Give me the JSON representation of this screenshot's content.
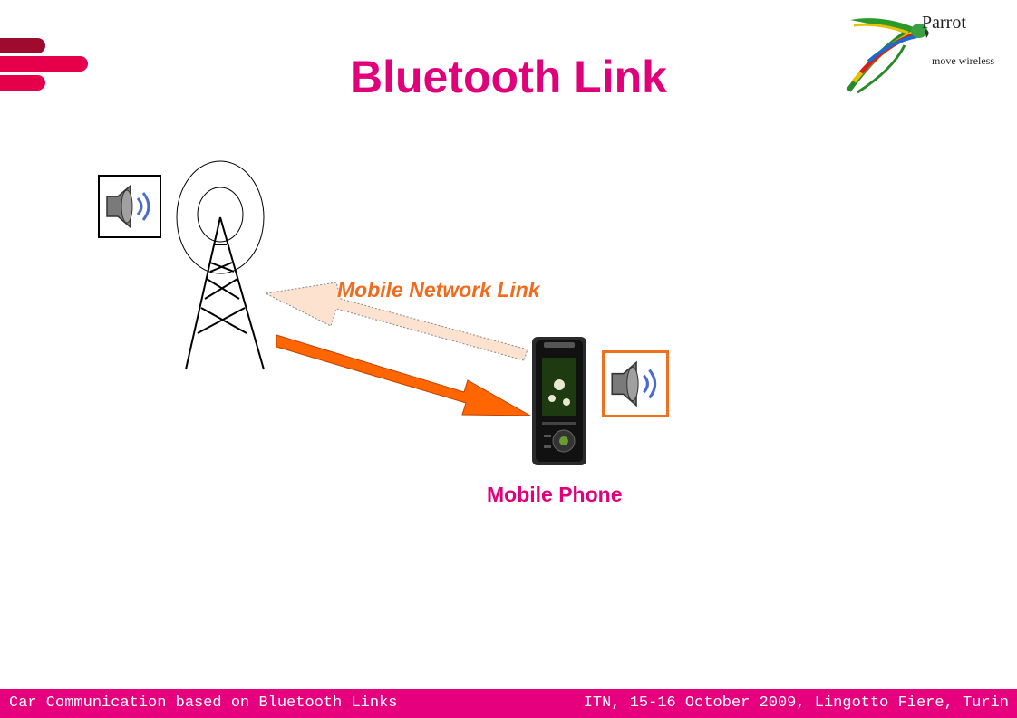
{
  "slide": {
    "title": "Bluetooth Link"
  },
  "logo": {
    "name": "Parrot",
    "tagline": "move wireless",
    "icon": "parrot-bird-icon"
  },
  "diagram": {
    "network_link_label": "Mobile Network Link",
    "phone_label": "Mobile Phone",
    "icons": [
      "radio-tower-icon",
      "speaker-icon",
      "mobile-phone-icon",
      "arrow-icon"
    ],
    "colors": {
      "accent_pink": "#e0007a",
      "arrow_orange": "#ff6600",
      "arrow_light": "#fde2d0",
      "phone_speaker_border": "#f07020"
    }
  },
  "footer": {
    "left": "Car Communication based on Bluetooth Links",
    "right": "ITN, 15-16 October 2009, Lingotto Fiere, Turin"
  }
}
